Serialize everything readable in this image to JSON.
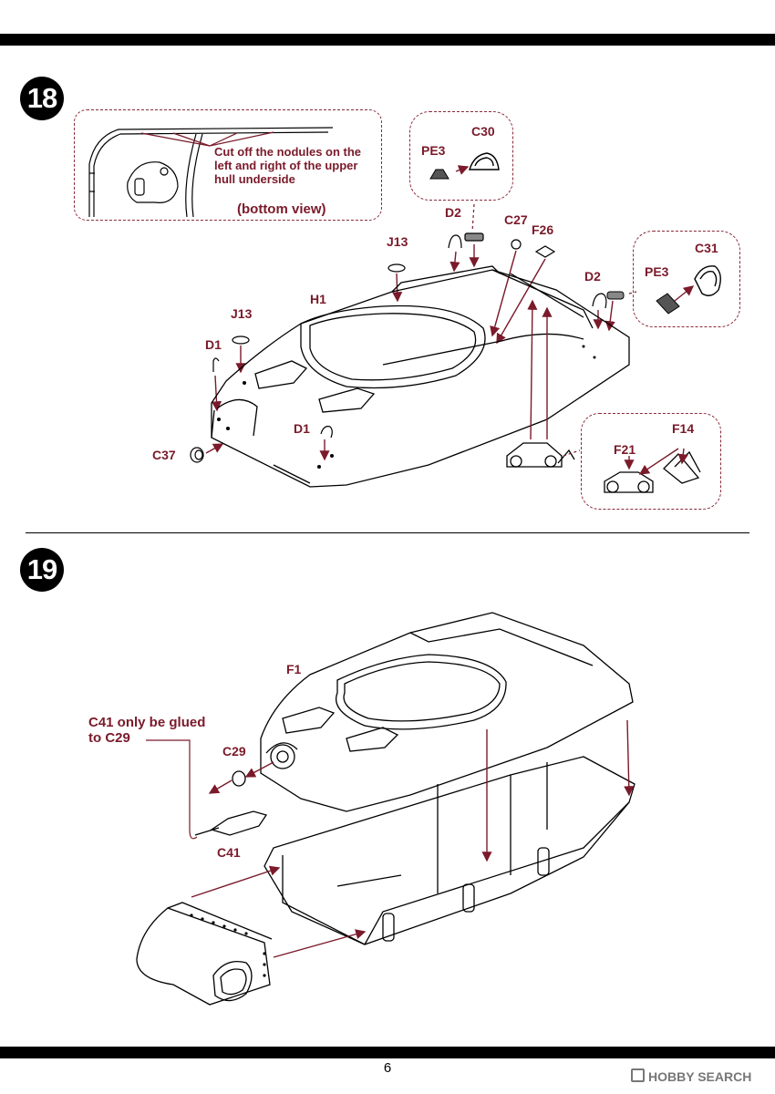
{
  "steps": {
    "s18": "18",
    "s19": "19"
  },
  "step18": {
    "note_lines": [
      "Cut off the nodules on the",
      "left and right of the upper",
      "hull underside"
    ],
    "bottom_view": "(bottom view)",
    "labels": {
      "pe3_a": "PE3",
      "c30": "C30",
      "d2_a": "D2",
      "c27": "C27",
      "f26": "F26",
      "j13_a": "J13",
      "h1": "H1",
      "j13_b": "J13",
      "d1_a": "D1",
      "d2_b": "D2",
      "pe3_b": "PE3",
      "c31": "C31",
      "d1_b": "D1",
      "c37": "C37",
      "f14": "F14",
      "f21": "F21"
    }
  },
  "step19": {
    "labels": {
      "f1": "F1",
      "c29": "C29",
      "c41": "C41"
    },
    "note_lines": [
      "C41 only be glued",
      "to C29"
    ]
  },
  "footer": {
    "page_number": "6",
    "watermark": "HOBBY SEARCH"
  },
  "colors": {
    "accent": "#7a1a2a",
    "line": "#000000",
    "dash": "#8a2a3a"
  }
}
